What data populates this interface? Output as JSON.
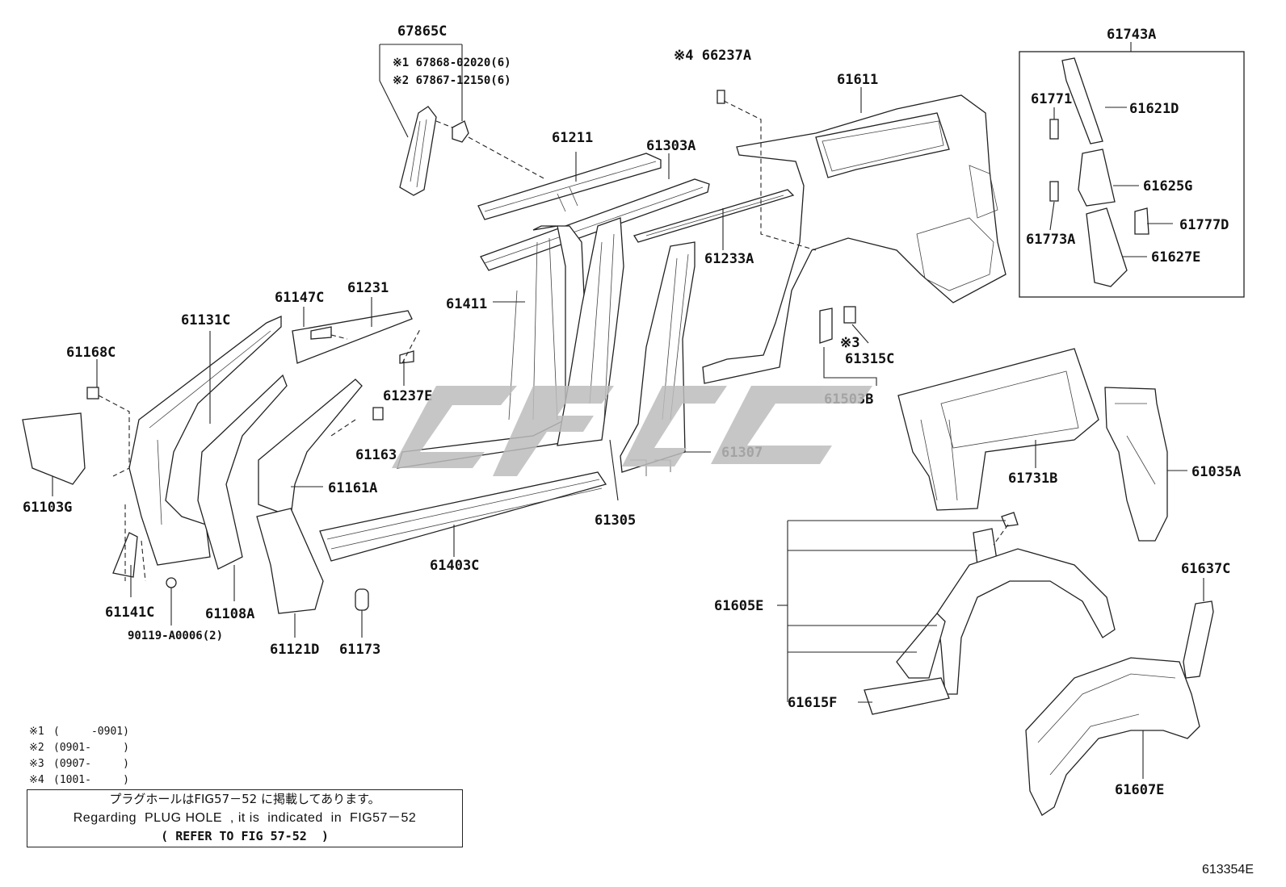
{
  "callouts": {
    "p67865C": "67865C",
    "fn1_part": "※1 67868-02020(6)",
    "fn2_part": "※2 67867-12150(6)",
    "p66237A": "※4 66237A",
    "p61611": "61611",
    "p61743A": "61743A",
    "p61771": "61771",
    "p61621D": "61621D",
    "p61625G": "61625G",
    "p61773A": "61773A",
    "p61777D": "61777D",
    "p61627E": "61627E",
    "p61211": "61211",
    "p61303A": "61303A",
    "p61233A": "61233A",
    "p61411": "61411",
    "p61147C": "61147C",
    "p61231": "61231",
    "p61131C": "61131C",
    "p61168C": "61168C",
    "p61237E": "61237E",
    "p61163": "61163",
    "p61307": "61307",
    "p61161A": "61161A",
    "p61305": "61305",
    "p61403C": "61403C",
    "p61103G": "61103G",
    "p61141C": "61141C",
    "p61108A": "61108A",
    "p90119": "90119-A0006(2)",
    "p61121D": "61121D",
    "p61173": "61173",
    "fn3_mark": "※3",
    "p61315C": "61315C",
    "p61503B": "61503B",
    "p61731B": "61731B",
    "p61035A": "61035A",
    "p61605E": "61605E",
    "p61637C": "61637C",
    "p61615F": "61615F",
    "p61607E": "61607E"
  },
  "footnotes": [
    {
      "mark": "※1",
      "range": "(     -0901)"
    },
    {
      "mark": "※2",
      "range": "(0901-     )"
    },
    {
      "mark": "※3",
      "range": "(0907-     )"
    },
    {
      "mark": "※4",
      "range": "(1001-     )"
    }
  ],
  "note": {
    "line_jp": "プラグホールはFIG57－52 に掲載してあります。",
    "line_en": "Regarding  PLUG HOLE  , it is  indicated  in  FIG57－52",
    "line_ref": "( REFER TO FIG 57-52  )"
  },
  "figure_number": "613354E",
  "colors": {
    "line": "#222222",
    "watermark": "#bdbdbd"
  }
}
